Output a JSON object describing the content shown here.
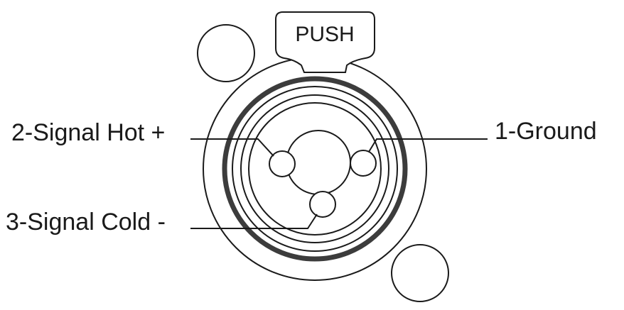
{
  "latch": {
    "label": "PUSH"
  },
  "pins": [
    {
      "id": "pin-1",
      "label": "1-Ground"
    },
    {
      "id": "pin-2",
      "label": "2-Signal Hot +"
    },
    {
      "id": "pin-3",
      "label": "3-Signal Cold -"
    }
  ],
  "colors": {
    "line": "#1a1a1a",
    "thick_ring": "#3c3c3c",
    "background": "#ffffff"
  }
}
